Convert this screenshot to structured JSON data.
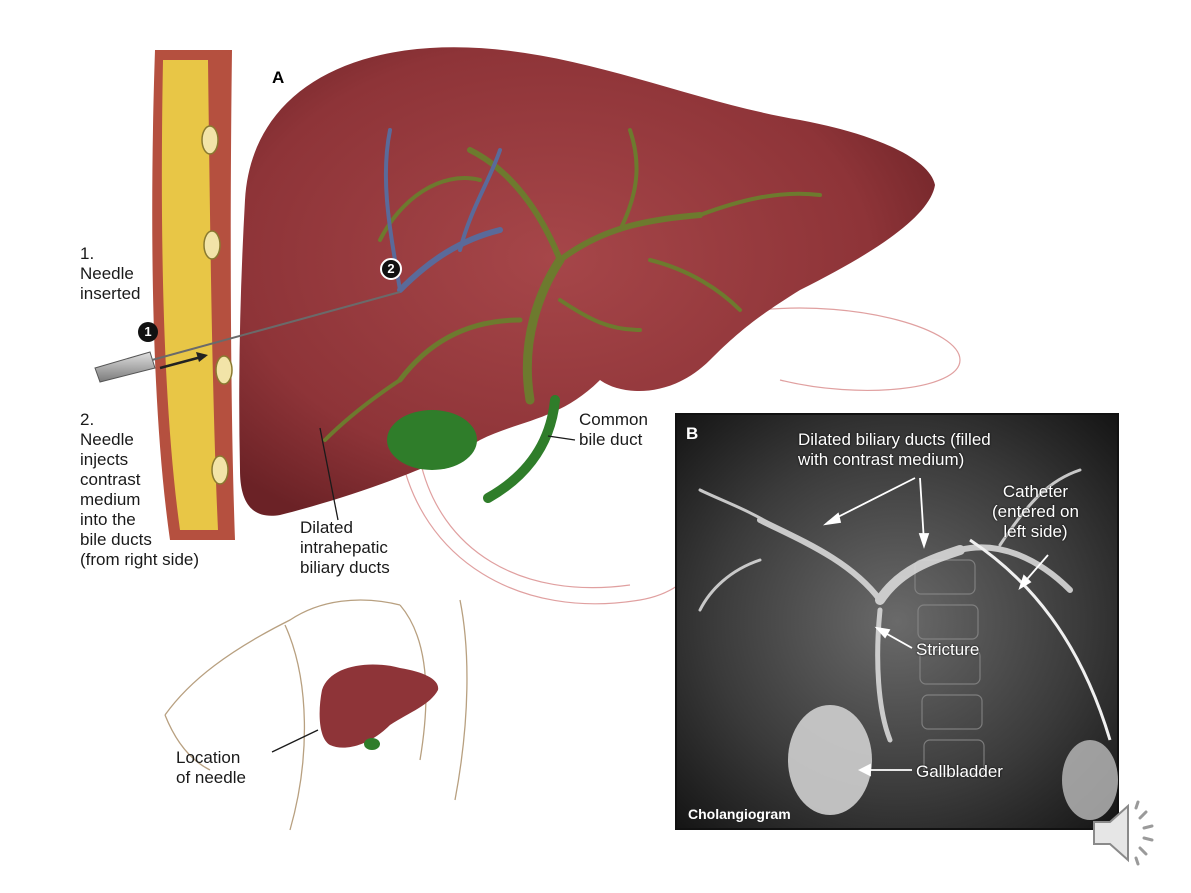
{
  "panel_a": {
    "letter": "A",
    "step1": "1.\nNeedle\ninserted",
    "step2": "2.\nNeedle\ninjects\ncontrast\nmedium\ninto the\nbile ducts\n(from right side)",
    "marker1": "1",
    "marker2": "2",
    "label_common_bile_duct": "Common\nbile duct",
    "label_dilated_intrahepatic": "Dilated\nintrahepatic\nbiliary ducts",
    "label_location_needle": "Location\nof needle"
  },
  "panel_b": {
    "letter": "B",
    "label_dilated_biliary": "Dilated biliary ducts (filled\nwith contrast medium)",
    "label_catheter": "Catheter\n(entered on\nleft side)",
    "label_stricture": "Stricture",
    "label_gallbladder": "Gallbladder",
    "caption": "Cholangiogram"
  },
  "colors": {
    "liver": "#8e3438",
    "liver_dark": "#6b2226",
    "duct_green": "#6d7a2e",
    "duct_blue": "#5a6a9a",
    "gallbladder": "#2f7d2a",
    "fat_yellow": "#e8c646",
    "muscle": "#b04a3e",
    "xray_bg": "#2a2a2a"
  },
  "icons": {
    "speaker": "speaker-icon"
  }
}
